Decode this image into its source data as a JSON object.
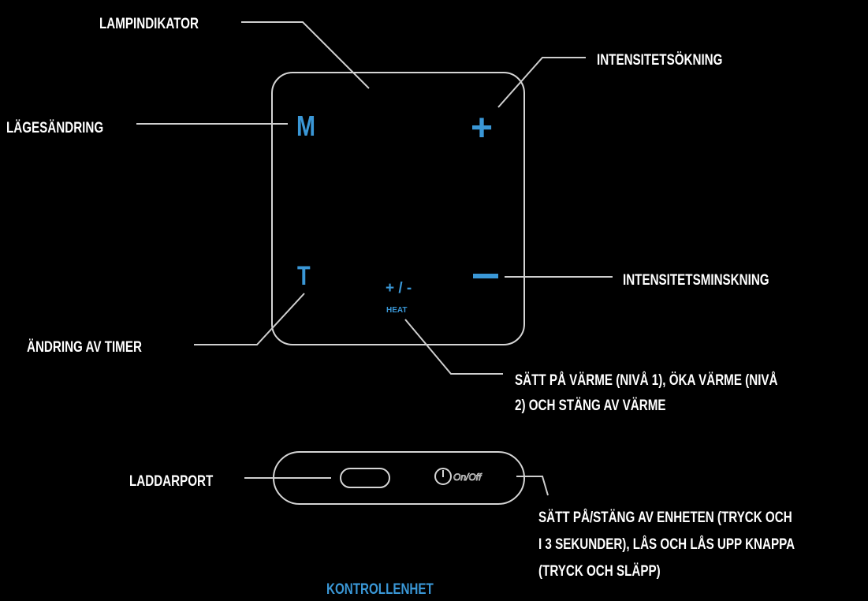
{
  "labels": {
    "lamp_indicator": "LAMPINDIKATOR",
    "intensity_increase": "INTENSITETSÖKNING",
    "mode_change": "LÄGESÄNDRING",
    "intensity_decrease": "INTENSITETSMINSKNING",
    "timer_change": "ÄNDRING AV TIMER",
    "heat_line1": "SÄTT PÅ VÄRME (NIVÅ 1), ÖKA VÄRME (NIVÅ",
    "heat_line2": "2) OCH STÄNG AV VÄRME",
    "charging_port": "LADDARPORT",
    "power_line1": "SÄTT PÅ/STÄNG AV ENHETEN (TRYCK OCH",
    "power_line2": "I 3 SEKUNDER), LÅS OCH LÅS UPP KNAPPA",
    "power_line3": "(TRYCK OCH SLÄPP)",
    "caption": "KONTROLLENHET"
  },
  "buttons": {
    "mode": "M",
    "plus": "+",
    "minus": "−",
    "timer": "T",
    "heat_symbol": "+ / -",
    "heat_text": "HEAT"
  },
  "colors": {
    "background": "#000000",
    "accent": "#3a97d6",
    "text": "#ffffff",
    "outline": "#d5d5d5"
  }
}
